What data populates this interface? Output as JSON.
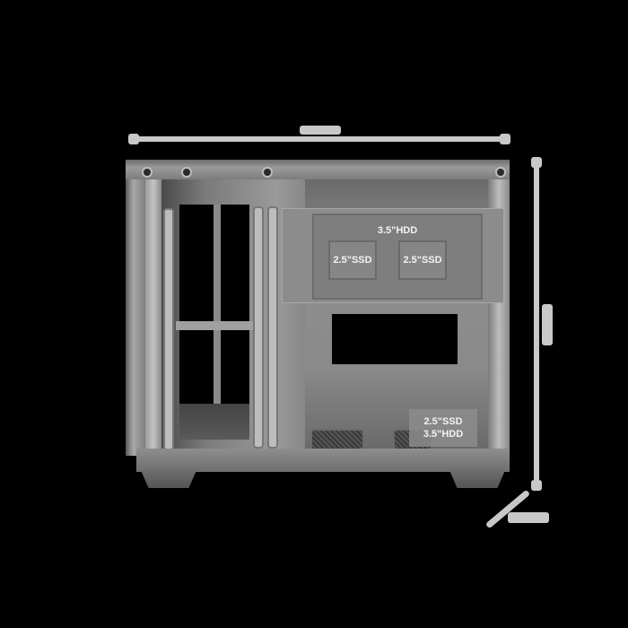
{
  "product": {
    "type": "PC case side view with dimensions",
    "colors": {
      "background": "#000000",
      "dimension_line": "#c8c8c8",
      "case_body": "#8c8c8c",
      "label_text": "#f2f2f2"
    }
  },
  "dimensions": {
    "width_label": "",
    "height_label": "",
    "depth_label": ""
  },
  "drive_labels": {
    "top_bracket_title": "3.5\"HDD",
    "top_left_slot": "2.5\"SSD",
    "top_right_slot": "2.5\"SSD",
    "bottom_cage_line1": "2.5\"SSD",
    "bottom_cage_line2": "3.5\"HDD"
  }
}
